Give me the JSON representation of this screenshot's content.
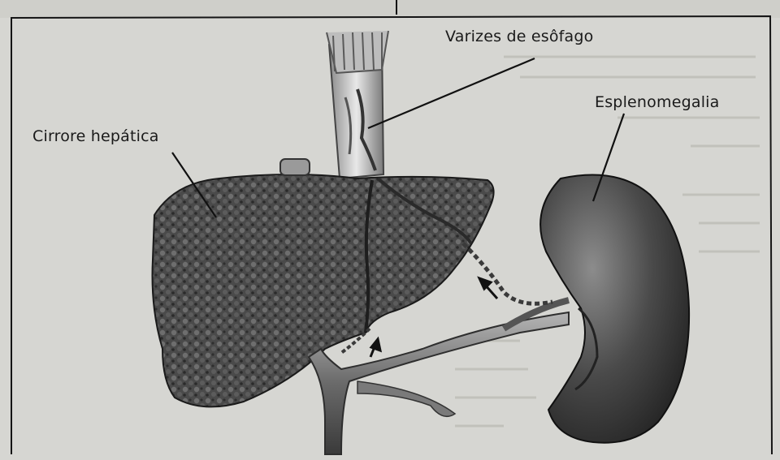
{
  "labels": {
    "varizes": "Varizes de esôfago",
    "esplenomegalia": "Esplenomegalia",
    "cirrose": "Cirrore hepática"
  }
}
